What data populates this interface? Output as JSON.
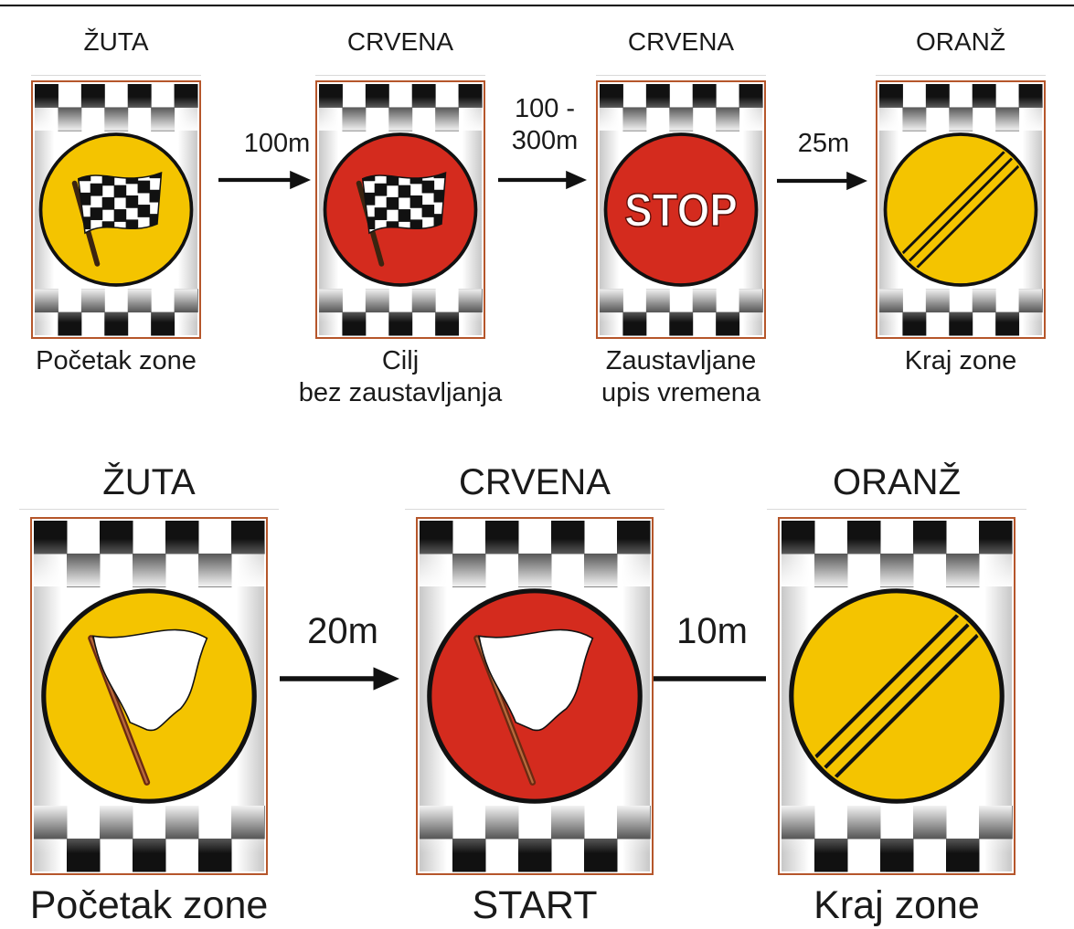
{
  "colors": {
    "yellow": "#f4c400",
    "red": "#d42b1e",
    "frame": "#b5562b",
    "ink": "#111111",
    "text": "#1a1a1a"
  },
  "rows": [
    {
      "boards": [
        {
          "header": "ŽUTA",
          "caption": [
            "Početak zone"
          ],
          "fill": "yellow",
          "icon": "checkered-flag-icon"
        },
        {
          "header": "CRVENA",
          "caption": [
            "Cilj",
            "bez zaustavljanja"
          ],
          "fill": "red",
          "icon": "checkered-flag-icon"
        },
        {
          "header": "CRVENA",
          "caption": [
            "Zaustavljane",
            "upis vremena"
          ],
          "fill": "red",
          "icon": "stop-sign-icon",
          "sign_text": "STOP"
        },
        {
          "header": "ORANŽ",
          "caption": [
            "Kraj zone"
          ],
          "fill": "yellow",
          "icon": "end-of-zone-stripes-icon"
        }
      ],
      "connectors": [
        {
          "label": [
            "100m"
          ],
          "arrow": true
        },
        {
          "label": [
            "100 -",
            "300m"
          ],
          "arrow": true
        },
        {
          "label": [
            "25m"
          ],
          "arrow": true
        }
      ]
    },
    {
      "boards": [
        {
          "header": "ŽUTA",
          "caption": [
            "Početak zone"
          ],
          "fill": "yellow",
          "icon": "white-flag-icon"
        },
        {
          "header": "CRVENA",
          "caption": [
            "START"
          ],
          "fill": "red",
          "icon": "white-flag-icon"
        },
        {
          "header": "ORANŽ",
          "caption": [
            "Kraj zone"
          ],
          "fill": "yellow",
          "icon": "end-of-zone-stripes-icon"
        }
      ],
      "connectors": [
        {
          "label": [
            "20m"
          ],
          "arrow": true
        },
        {
          "label": [
            "10m"
          ],
          "arrow": false
        }
      ]
    }
  ]
}
